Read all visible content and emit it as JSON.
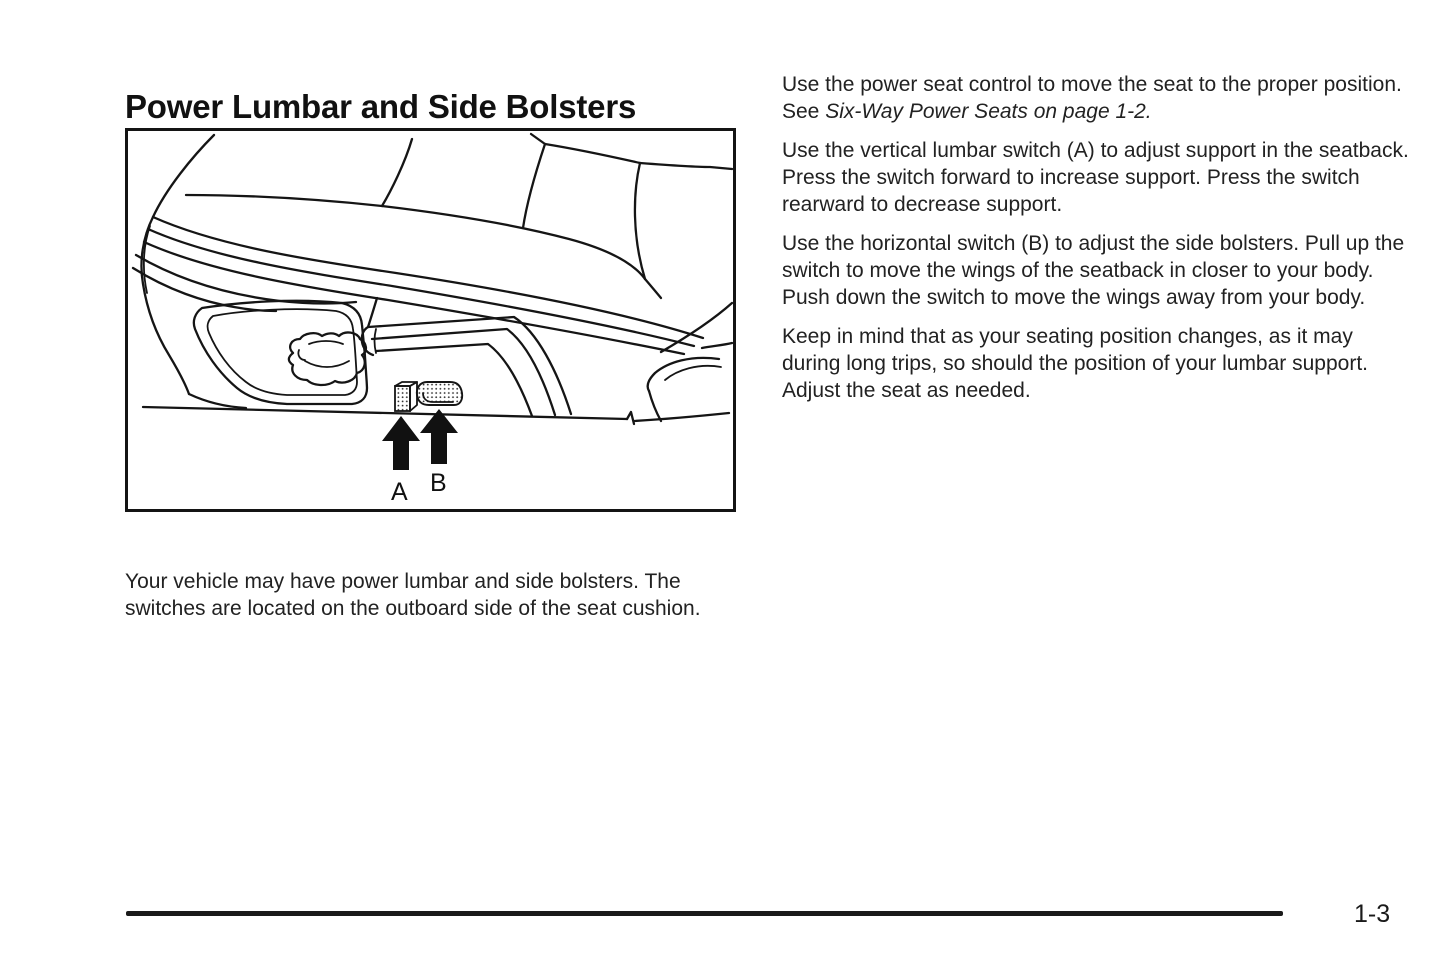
{
  "left_column": {
    "title": "Power Lumbar and Side Bolsters",
    "caption": "Your vehicle may have power lumbar and side bolsters. The switches are located on the outboard side of the seat cushion."
  },
  "right_column": {
    "p1_before_italic": "Use the power seat control to move the seat to the proper position. See ",
    "p1_italic": "Six-Way Power Seats on page 1-2.",
    "p2": "Use the vertical lumbar switch (A) to adjust support in the seatback. Press the switch forward to increase support. Press the switch rearward to decrease support.",
    "p3": "Use the horizontal switch (B) to adjust the side bolsters. Pull up the switch to move the wings of the seatback in closer to your body. Push down the switch to move the wings away from your body.",
    "p4": "Keep in mind that as your seating position changes, as it may during long trips, so should the position of your lumbar support. Adjust the seat as needed."
  },
  "figure": {
    "arrow_a_label": "A",
    "arrow_b_label": "B"
  },
  "footer": {
    "page_number": "1-3"
  },
  "colors": {
    "background": "#ffffff",
    "text": "#222222",
    "line_art": "#151515"
  }
}
